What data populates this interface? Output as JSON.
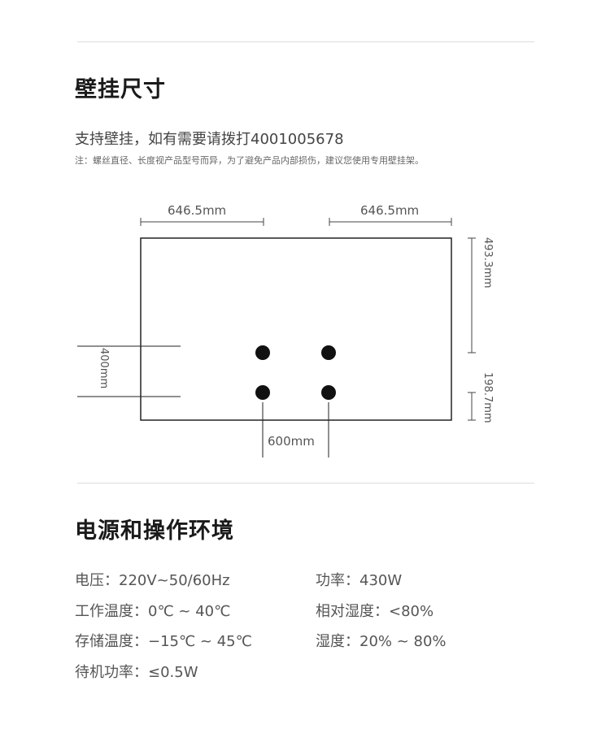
{
  "wall_mount": {
    "title": "壁挂尺寸",
    "subtitle": "支持壁挂，如有需要请拨打4001005678",
    "note": "注：螺丝直径、长度视产品型号而异，为了避免产品内部损伤，建议您使用专用壁挂架。",
    "dims": {
      "left_width": "646.5mm",
      "right_width": "646.5mm",
      "top_height": "493.3mm",
      "bottom_height": "198.7mm",
      "hole_vertical": "400mm",
      "hole_horizontal": "600mm"
    }
  },
  "power": {
    "title": "电源和操作环境",
    "specs": [
      {
        "text": "电压：220V~50/60Hz"
      },
      {
        "text": "功率：430W"
      },
      {
        "text": "工作温度：0℃ ~ 40℃"
      },
      {
        "text": "相对湿度：<80%"
      },
      {
        "text": "存储温度：−15℃ ~ 45℃"
      },
      {
        "text": "湿度：20% ~ 80%"
      },
      {
        "text": "待机功率：≤0.5W"
      }
    ]
  }
}
